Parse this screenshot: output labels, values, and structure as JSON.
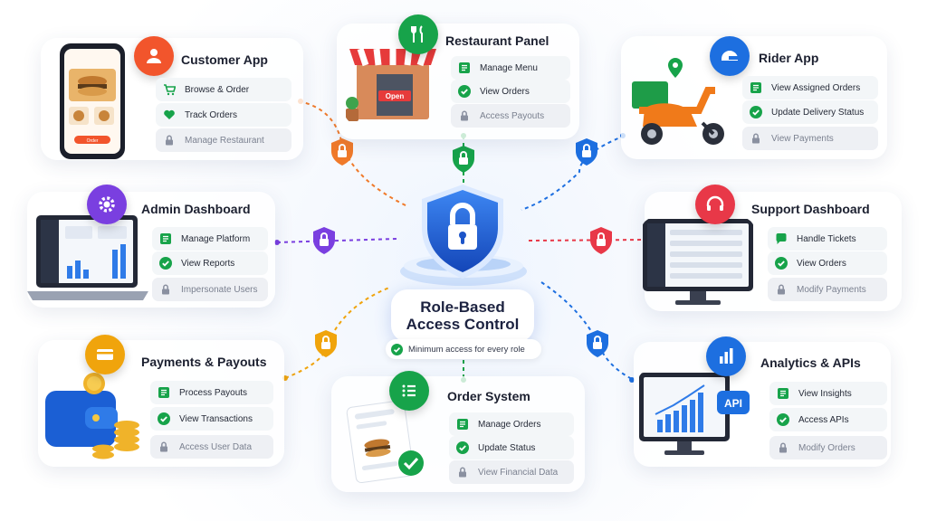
{
  "center": {
    "title_line1": "Role-Based",
    "title_line2": "Access Control",
    "note": "Minimum access for every role"
  },
  "colors": {
    "granted": "#17a34a",
    "restricted": "#8a90a0",
    "shield": "#1d64d8"
  },
  "roles": [
    {
      "key": "customer",
      "title": "Customer App",
      "icon": "person-icon",
      "badge_color": "#f2552c",
      "permissions": [
        {
          "label": "Browse & Order",
          "icon": "cart-icon",
          "allowed": true
        },
        {
          "label": "Track Orders",
          "icon": "heart-icon",
          "allowed": true
        },
        {
          "label": "Manage Restaurant",
          "icon": "lock-icon",
          "allowed": false
        }
      ]
    },
    {
      "key": "restaurant",
      "title": "Restaurant Panel",
      "icon": "fork-knife-icon",
      "badge_color": "#17a34a",
      "permissions": [
        {
          "label": "Manage Menu",
          "icon": "menu-list-icon",
          "allowed": true
        },
        {
          "label": "View Orders",
          "icon": "check-circle-icon",
          "allowed": true
        },
        {
          "label": "Access Payouts",
          "icon": "lock-icon",
          "allowed": false
        }
      ]
    },
    {
      "key": "rider",
      "title": "Rider App",
      "icon": "helmet-icon",
      "badge_color": "#1d6fe0",
      "permissions": [
        {
          "label": "View Assigned Orders",
          "icon": "menu-list-icon",
          "allowed": true
        },
        {
          "label": "Update Delivery Status",
          "icon": "check-circle-icon",
          "allowed": true
        },
        {
          "label": "View Payments",
          "icon": "lock-icon",
          "allowed": false
        }
      ]
    },
    {
      "key": "admin",
      "title": "Admin Dashboard",
      "icon": "gear-icon",
      "badge_color": "#7a3fe0",
      "permissions": [
        {
          "label": "Manage Platform",
          "icon": "menu-list-icon",
          "allowed": true
        },
        {
          "label": "View Reports",
          "icon": "check-circle-icon",
          "allowed": true
        },
        {
          "label": "Impersonate Users",
          "icon": "lock-icon",
          "allowed": false
        }
      ]
    },
    {
      "key": "support",
      "title": "Support Dashboard",
      "icon": "headset-icon",
      "badge_color": "#e83848",
      "permissions": [
        {
          "label": "Handle Tickets",
          "icon": "chat-icon",
          "allowed": true
        },
        {
          "label": "View Orders",
          "icon": "check-circle-icon",
          "allowed": true
        },
        {
          "label": "Modify Payments",
          "icon": "lock-icon",
          "allowed": false
        }
      ]
    },
    {
      "key": "payments",
      "title": "Payments & Payouts",
      "icon": "card-icon",
      "badge_color": "#f0a40c",
      "permissions": [
        {
          "label": "Process Payouts",
          "icon": "menu-list-icon",
          "allowed": true
        },
        {
          "label": "View Transactions",
          "icon": "check-circle-icon",
          "allowed": true
        },
        {
          "label": "Access User Data",
          "icon": "lock-icon",
          "allowed": false
        }
      ]
    },
    {
      "key": "orders",
      "title": "Order System",
      "icon": "list-icon",
      "badge_color": "#17a34a",
      "permissions": [
        {
          "label": "Manage Orders",
          "icon": "menu-list-icon",
          "allowed": true
        },
        {
          "label": "Update Status",
          "icon": "check-circle-icon",
          "allowed": true
        },
        {
          "label": "View Financial Data",
          "icon": "lock-icon",
          "allowed": false
        }
      ]
    },
    {
      "key": "analytics",
      "title": "Analytics & APIs",
      "icon": "bar-chart-icon",
      "badge_color": "#1d6fe0",
      "permissions": [
        {
          "label": "View Insights",
          "icon": "menu-list-icon",
          "allowed": true
        },
        {
          "label": "Access APIs",
          "icon": "check-circle-icon",
          "allowed": true
        },
        {
          "label": "Modify Orders",
          "icon": "lock-icon",
          "allowed": false
        }
      ]
    }
  ],
  "art": {
    "customer_phone_button": "Order",
    "restaurant_sign": "Open",
    "analytics_tag": "API"
  }
}
